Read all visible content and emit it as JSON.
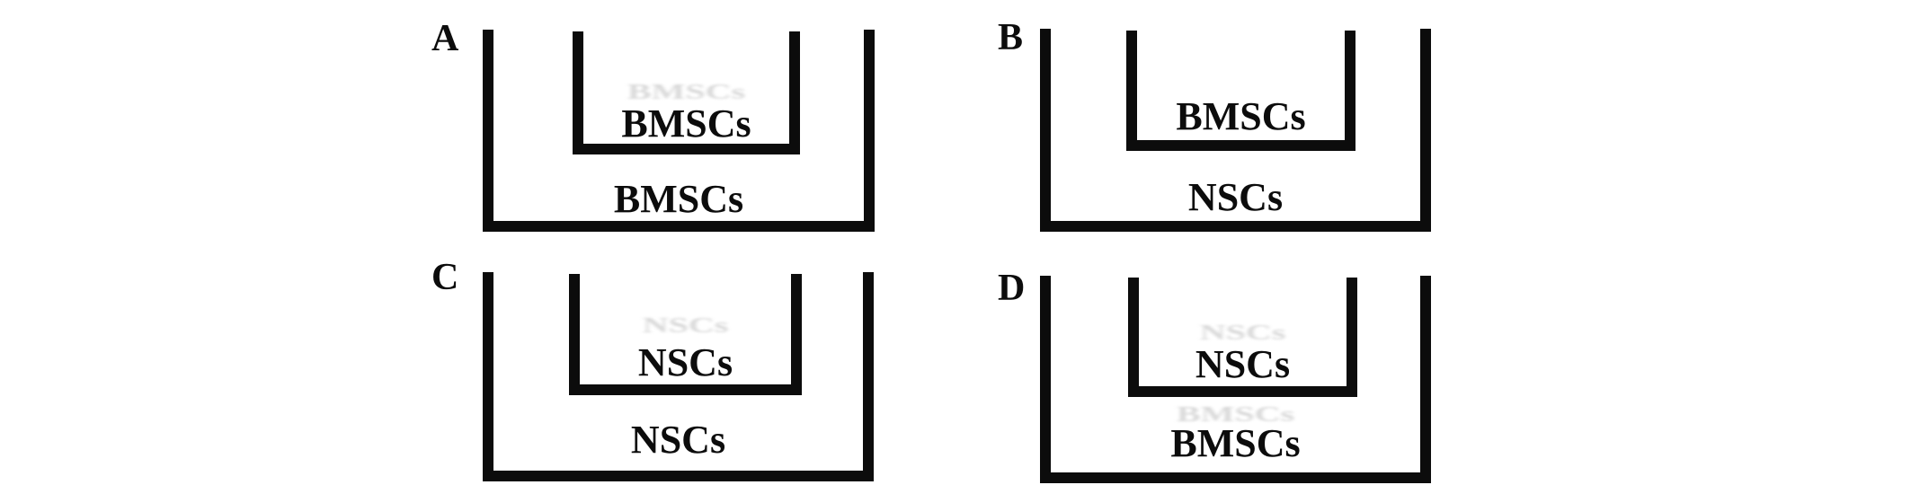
{
  "figure": {
    "description": "Four-panel transwell co-culture diagram",
    "panels": [
      {
        "id": "A",
        "label": "A",
        "insert_label": "BMSCs",
        "well_label": "BMSCs"
      },
      {
        "id": "B",
        "label": "B",
        "insert_label": "BMSCs",
        "well_label": "NSCs"
      },
      {
        "id": "C",
        "label": "C",
        "insert_label": "NSCs",
        "well_label": "NSCs"
      },
      {
        "id": "D",
        "label": "D",
        "insert_label": "NSCs",
        "well_label": "BMSCs"
      }
    ],
    "colors": {
      "line": "#0c0c0c",
      "text": "#0c0c0c",
      "background": "#ffffff"
    }
  }
}
